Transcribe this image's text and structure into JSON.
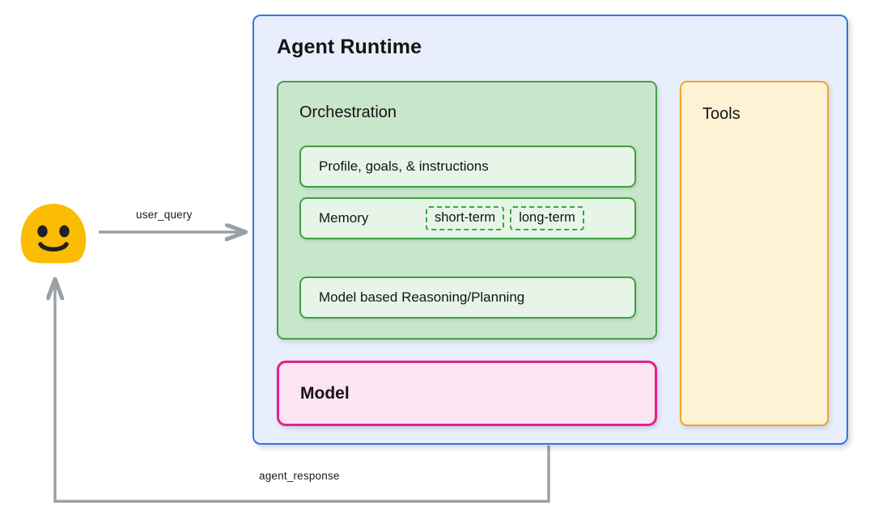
{
  "diagram": {
    "title": "Agent Runtime architecture diagram",
    "colors": {
      "runtime_border": "#2f76e8",
      "runtime_fill": "#e8eefc",
      "orchestration_border": "#43a047",
      "orchestration_fill": "#c8e6c9",
      "orchestration_row_fill": "#e7f5e8",
      "model_border": "#e91e8c",
      "model_fill": "#fce4f0",
      "tools_border": "#f0a621",
      "tools_fill": "#fdf3d4",
      "avatar": "#fbbc04",
      "arrow": "#9aa0a6"
    }
  },
  "runtime": {
    "title": "Agent Runtime"
  },
  "orchestration": {
    "title": "Orchestration",
    "rows": [
      {
        "label": "Profile, goals, & instructions"
      },
      {
        "label": "Memory",
        "chips": [
          "short-term",
          "long-term"
        ]
      },
      {
        "label": "Model based Reasoning/Planning"
      }
    ]
  },
  "model": {
    "title": "Model"
  },
  "tools": {
    "title": "Tools"
  },
  "user": {
    "avatar_icon": "user-smiley-icon"
  },
  "flows": [
    {
      "name": "user_query",
      "label": "user_query",
      "from": "user",
      "to": "agent-runtime"
    },
    {
      "name": "agent_response",
      "label": "agent_response",
      "from": "agent-runtime",
      "to": "user"
    }
  ]
}
